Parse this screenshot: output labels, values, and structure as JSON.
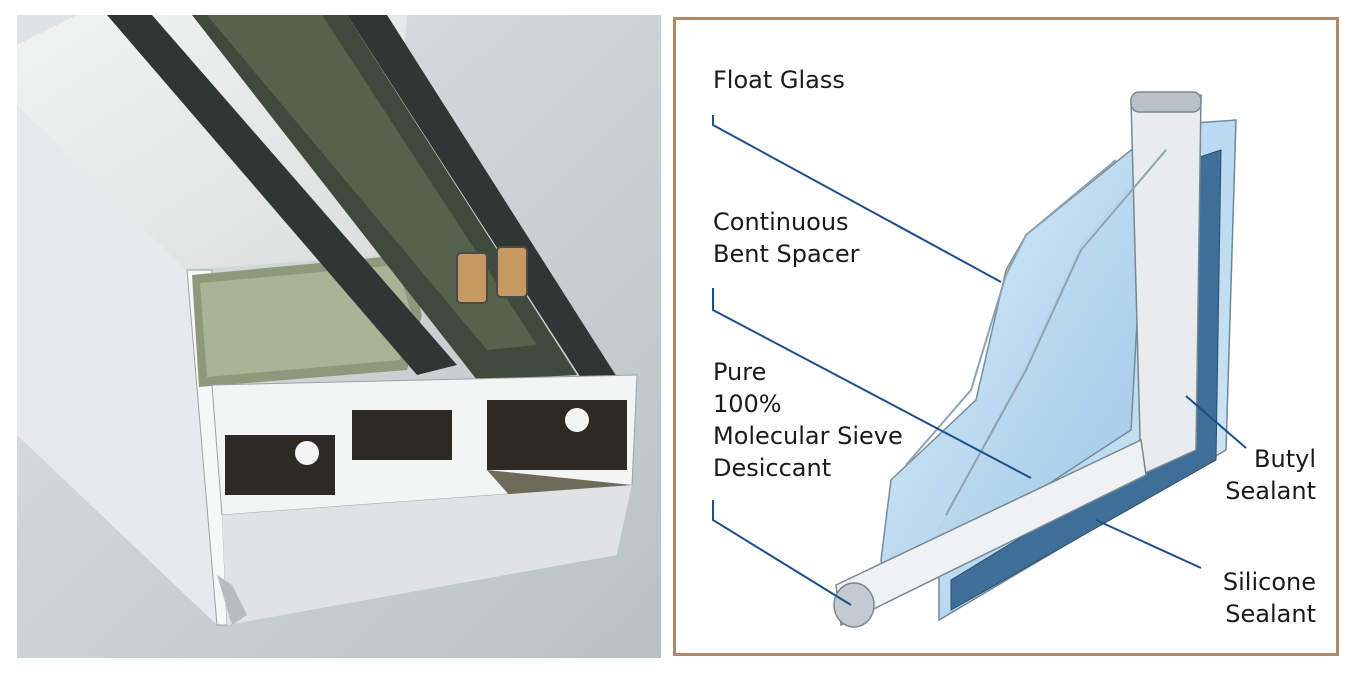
{
  "diagram": {
    "labels": {
      "float_glass": [
        "Float Glass"
      ],
      "spacer": [
        "Continuous",
        "Bent Spacer"
      ],
      "desiccant": [
        "Pure",
        "100%",
        "Molecular Sieve",
        "Desiccant"
      ],
      "butyl": [
        "Butyl",
        "Sealant"
      ],
      "silicone": [
        "Silicone",
        "Sealant"
      ]
    }
  },
  "colors": {
    "frame_border": "#b08a64",
    "leader_line": "#1f4e8c",
    "glass_light": "#d6e9f7",
    "glass_mid": "#a9cdea",
    "sealant_blue": "#3f6f99",
    "aluminum": "#e9eef0",
    "photo_background": "#cdd4d4"
  }
}
